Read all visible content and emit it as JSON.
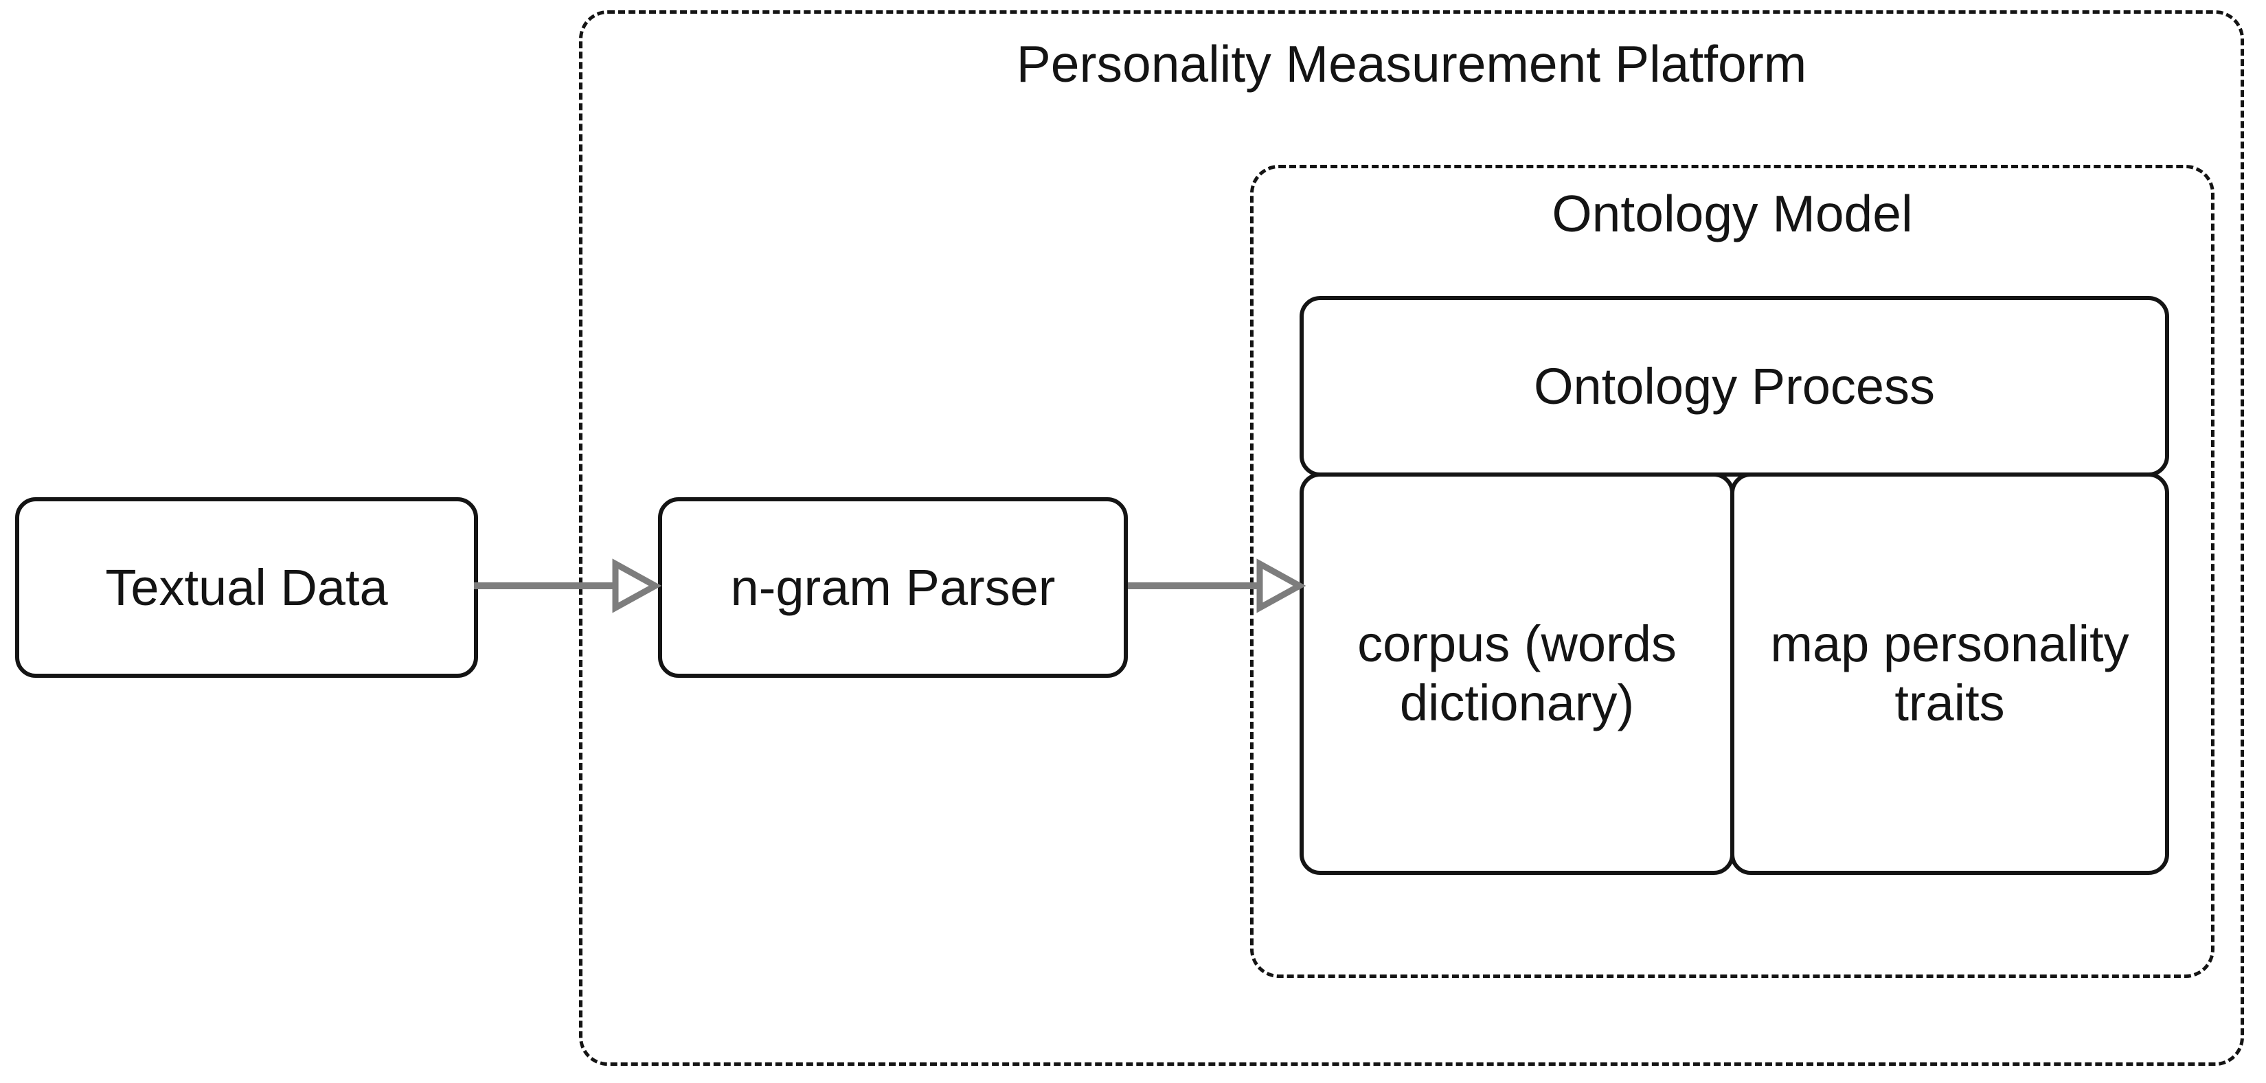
{
  "platform": {
    "title": "Personality Measurement Platform"
  },
  "ontology_model": {
    "title": "Ontology Model"
  },
  "nodes": {
    "textual_data": {
      "label": "Textual Data"
    },
    "ngram_parser": {
      "label": "n-gram Parser"
    },
    "ontology_process": {
      "label": "Ontology Process"
    },
    "corpus": {
      "label": "corpus (words dictionary)"
    },
    "map_traits": {
      "label": "map personality traits"
    }
  },
  "arrows": [
    {
      "name": "textual-data-to-ngram-parser",
      "direction": "right"
    },
    {
      "name": "ngram-parser-to-ontology-model",
      "direction": "right"
    }
  ],
  "colors": {
    "line": "#141414",
    "arrow": "#7d7d7d",
    "bg": "#ffffff",
    "text": "#141414"
  }
}
